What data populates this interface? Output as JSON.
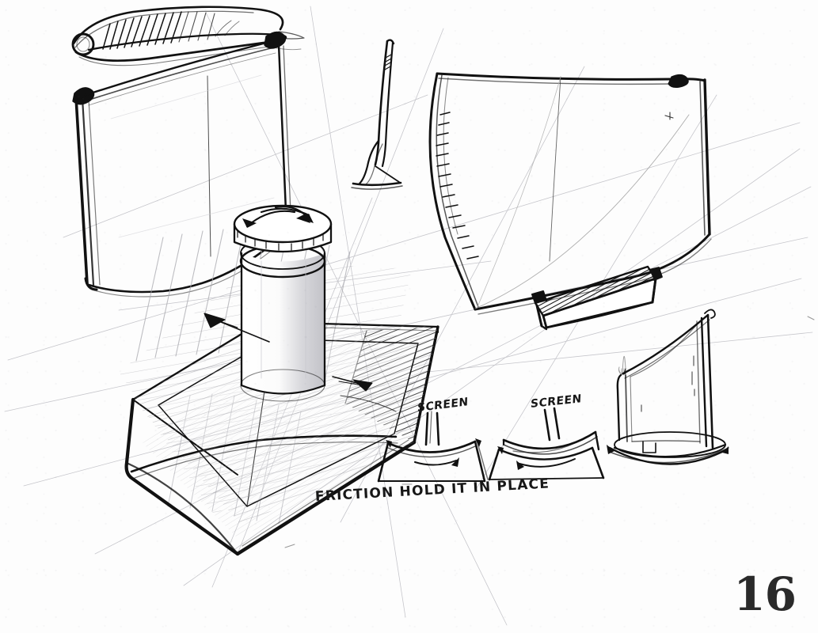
{
  "page": {
    "kind": "design-sketch-page",
    "number": "16",
    "paper_color": "#fdfdfd",
    "ink_color": "#111111",
    "pencil_color": "#8d8d93",
    "page_number_color": "#2a2a2a"
  },
  "annotations": {
    "friction_note": "FRICTION HOLD IT IN PLACE",
    "screen_label_left": "SCREEN",
    "screen_label_right": "SCREEN"
  },
  "sketches": [
    {
      "name": "curved-profile-cross-section",
      "description": "Elongated tapered cross-section profile with dense hatching and a round end cap, drawn above the flat panel display"
    },
    {
      "name": "flat-panel-display-front",
      "description": "Large rectangular flat-panel display seen at an angle, thick bezel on the left edge, vertical centre seam"
    },
    {
      "name": "monitor-side-profile",
      "description": "Thin monitor seen edge-on, narrow profile tapering to a slim foot and stand"
    },
    {
      "name": "curved-monitor-perspective",
      "description": "Large curved widescreen monitor in three-quarter perspective resting on a hatched bar stand"
    },
    {
      "name": "cylinder-in-channel-tray",
      "description": "Isometric rectangular tray or channel containing an upright cylinder with a rotating cap, rotation arrows on top and translation arrows along the channel, heavy pencil shading"
    },
    {
      "name": "screen-base-section-left",
      "description": "Small section study of a screen post mounted into a curved concave base with sliding motion arrow"
    },
    {
      "name": "screen-base-section-right",
      "description": "Small section study of a screen post on a convex curved rocker base with sliding motion arrow"
    },
    {
      "name": "monitor-on-elliptical-base",
      "description": "Small monitor in three-quarter view standing on a thin elliptical curved base plate"
    }
  ],
  "arrows": [
    {
      "name": "rotation-arrow-cylinder-cap",
      "meaning": "cylinder cap rotates"
    },
    {
      "name": "translation-arrow-tray-left",
      "meaning": "part slides along channel"
    },
    {
      "name": "translation-arrow-tray-right",
      "meaning": "part slides along channel"
    },
    {
      "name": "slide-arrow-section-left",
      "meaning": "screen slides along curved base"
    },
    {
      "name": "slide-arrow-section-right",
      "meaning": "screen slides along curved base"
    },
    {
      "name": "rock-arrow-elliptical-base",
      "meaning": "base rocks / swivels"
    }
  ]
}
